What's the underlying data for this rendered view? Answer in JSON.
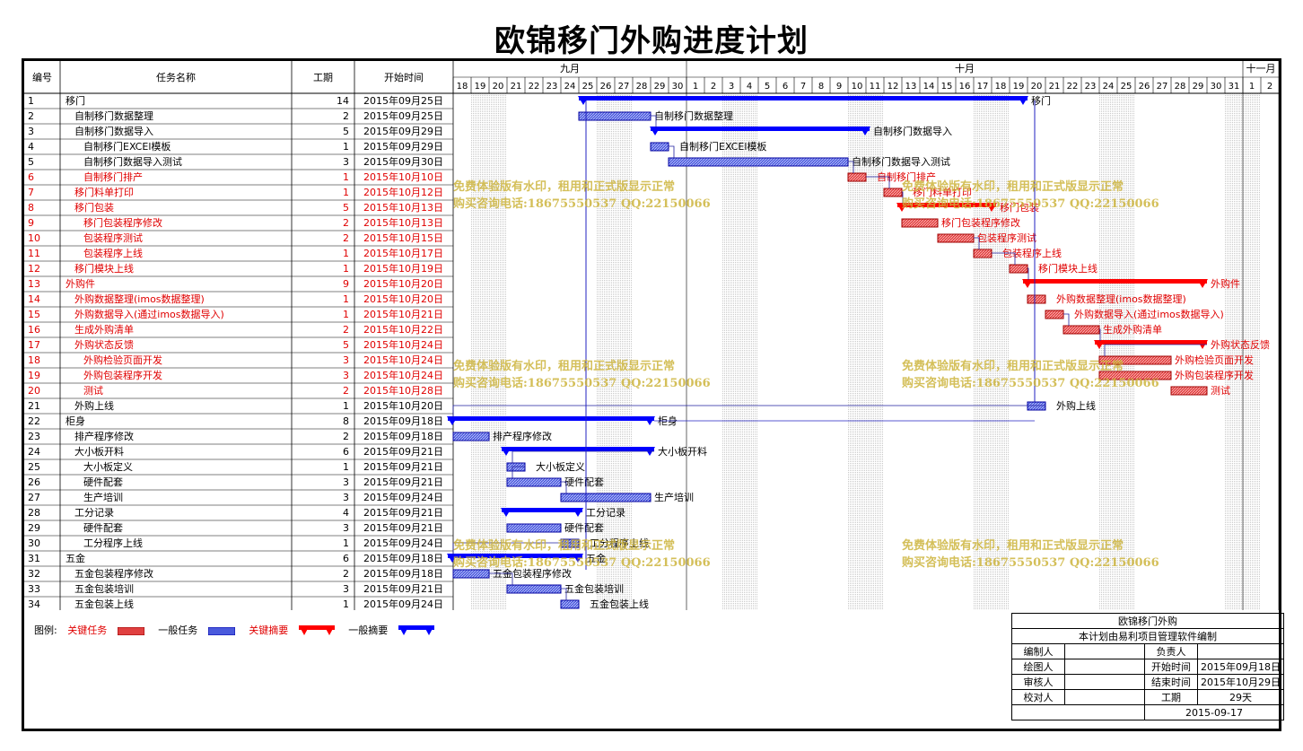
{
  "title": "欧锦移门外购进度计划",
  "colors": {
    "critical": "#e00000",
    "normal": "#1a1acc",
    "summary_critical": "#ff0000",
    "summary_normal": "#0000ff",
    "text_critical": "#e00000"
  },
  "headers": {
    "id": "编号",
    "name": "任务名称",
    "duration": "工期",
    "start": "开始时间"
  },
  "months": [
    "九月",
    "十月",
    "十一月"
  ],
  "days": [
    "18",
    "19",
    "20",
    "21",
    "22",
    "23",
    "24",
    "25",
    "26",
    "27",
    "28",
    "29",
    "30",
    "1",
    "2",
    "3",
    "4",
    "5",
    "6",
    "7",
    "8",
    "9",
    "10",
    "11",
    "12",
    "13",
    "14",
    "15",
    "16",
    "17",
    "18",
    "19",
    "20",
    "21",
    "22",
    "23",
    "24",
    "25",
    "26",
    "27",
    "28",
    "29",
    "30",
    "31",
    "1",
    "2"
  ],
  "tasks": [
    {
      "id": "1",
      "name": "移门",
      "indent": 0,
      "duration": "14",
      "start": "2015年09月25日",
      "red": false,
      "summary": true,
      "crit": false,
      "s": 7,
      "d": 25,
      "label": "移门"
    },
    {
      "id": "2",
      "name": "自制移门数据整理",
      "indent": 1,
      "duration": "2",
      "start": "2015年09月25日",
      "red": false,
      "summary": false,
      "crit": false,
      "s": 7,
      "d": 4,
      "label": "自制移门数据整理"
    },
    {
      "id": "3",
      "name": "自制移门数据导入",
      "indent": 1,
      "duration": "5",
      "start": "2015年09月29日",
      "red": false,
      "summary": true,
      "crit": false,
      "s": 11,
      "d": 12.2,
      "label": "自制移门数据导入"
    },
    {
      "id": "4",
      "name": "自制移门EXCEl模板",
      "indent": 2,
      "duration": "1",
      "start": "2015年09月29日",
      "red": false,
      "summary": false,
      "crit": false,
      "s": 11,
      "d": 1,
      "label": "自制移门EXCEl模板"
    },
    {
      "id": "5",
      "name": "自制移门数据导入测试",
      "indent": 2,
      "duration": "3",
      "start": "2015年09月30日",
      "red": false,
      "summary": false,
      "crit": false,
      "s": 12,
      "d": 10,
      "label": "自制移门数据导入测试"
    },
    {
      "id": "6",
      "name": "自制移门排产",
      "indent": 2,
      "duration": "1",
      "start": "2015年10月10日",
      "red": true,
      "summary": false,
      "crit": true,
      "s": 22,
      "d": 1,
      "label": "自制移门排产"
    },
    {
      "id": "7",
      "name": "移门料单打印",
      "indent": 1,
      "duration": "1",
      "start": "2015年10月12日",
      "red": true,
      "summary": false,
      "crit": true,
      "s": 24,
      "d": 1,
      "label": "移门料单打印"
    },
    {
      "id": "8",
      "name": "移门包装",
      "indent": 1,
      "duration": "5",
      "start": "2015年10月13日",
      "red": true,
      "summary": true,
      "crit": true,
      "s": 24.75,
      "d": 5.5,
      "label": "移门包装"
    },
    {
      "id": "9",
      "name": "移门包装程序修改",
      "indent": 2,
      "duration": "2",
      "start": "2015年10月13日",
      "red": true,
      "summary": false,
      "crit": true,
      "s": 25,
      "d": 2,
      "label": "移门包装程序修改"
    },
    {
      "id": "10",
      "name": "包装程序测试",
      "indent": 2,
      "duration": "2",
      "start": "2015年10月15日",
      "red": true,
      "summary": false,
      "crit": true,
      "s": 27,
      "d": 2,
      "label": "包装程序测试"
    },
    {
      "id": "11",
      "name": "包装程序上线",
      "indent": 2,
      "duration": "1",
      "start": "2015年10月17日",
      "red": true,
      "summary": false,
      "crit": true,
      "s": 29,
      "d": 1,
      "label": "包装程序上线"
    },
    {
      "id": "12",
      "name": "移门模块上线",
      "indent": 1,
      "duration": "1",
      "start": "2015年10月19日",
      "red": true,
      "summary": false,
      "crit": true,
      "s": 31,
      "d": 1,
      "label": "移门模块上线"
    },
    {
      "id": "13",
      "name": "外购件",
      "indent": 0,
      "duration": "9",
      "start": "2015年10月20日",
      "red": true,
      "summary": true,
      "crit": true,
      "s": 31.75,
      "d": 10.25,
      "label": "外购件"
    },
    {
      "id": "14",
      "name": "外购数据整理(imos数据整理)",
      "indent": 1,
      "duration": "1",
      "start": "2015年10月20日",
      "red": true,
      "summary": false,
      "crit": true,
      "s": 32,
      "d": 1,
      "label": "外购数据整理(imos数据整理)"
    },
    {
      "id": "15",
      "name": "外购数据导入(通过imos数据导入)",
      "indent": 1,
      "duration": "1",
      "start": "2015年10月21日",
      "red": true,
      "summary": false,
      "crit": true,
      "s": 33,
      "d": 1,
      "label": "外购数据导入(通过imos数据导入)"
    },
    {
      "id": "16",
      "name": "生成外购清单",
      "indent": 1,
      "duration": "2",
      "start": "2015年10月22日",
      "red": true,
      "summary": false,
      "crit": true,
      "s": 34,
      "d": 2,
      "label": "生成外购清单"
    },
    {
      "id": "17",
      "name": "外购状态反馈",
      "indent": 1,
      "duration": "5",
      "start": "2015年10月24日",
      "red": true,
      "summary": true,
      "crit": true,
      "s": 35.75,
      "d": 6.25,
      "label": "外购状态反馈"
    },
    {
      "id": "18",
      "name": "外购检验页面开发",
      "indent": 2,
      "duration": "3",
      "start": "2015年10月24日",
      "red": true,
      "summary": false,
      "crit": true,
      "s": 36,
      "d": 4,
      "label": "外购检验页面开发"
    },
    {
      "id": "19",
      "name": "外购包装程序开发",
      "indent": 2,
      "duration": "3",
      "start": "2015年10月24日",
      "red": true,
      "summary": false,
      "crit": true,
      "s": 36,
      "d": 4,
      "label": "外购包装程序开发"
    },
    {
      "id": "20",
      "name": "测试",
      "indent": 2,
      "duration": "2",
      "start": "2015年10月28日",
      "red": true,
      "summary": false,
      "crit": true,
      "s": 40,
      "d": 2,
      "label": "测试"
    },
    {
      "id": "21",
      "name": "外购上线",
      "indent": 1,
      "duration": "1",
      "start": "2015年10月20日",
      "red": false,
      "summary": false,
      "crit": false,
      "s": 32,
      "d": 1,
      "label": "外购上线"
    },
    {
      "id": "22",
      "name": "柜身",
      "indent": 0,
      "duration": "8",
      "start": "2015年09月18日",
      "red": false,
      "summary": true,
      "crit": false,
      "s": -0.3,
      "d": 11.5,
      "label": "柜身"
    },
    {
      "id": "23",
      "name": "排产程序修改",
      "indent": 1,
      "duration": "2",
      "start": "2015年09月18日",
      "red": false,
      "summary": false,
      "crit": false,
      "s": 0,
      "d": 2,
      "label": "排产程序修改"
    },
    {
      "id": "24",
      "name": "大小板开料",
      "indent": 1,
      "duration": "6",
      "start": "2015年09月21日",
      "red": false,
      "summary": true,
      "crit": false,
      "s": 2.7,
      "d": 8.5,
      "label": "大小板开料"
    },
    {
      "id": "25",
      "name": "大小板定义",
      "indent": 2,
      "duration": "1",
      "start": "2015年09月21日",
      "red": false,
      "summary": false,
      "crit": false,
      "s": 3,
      "d": 1,
      "label": "大小板定义"
    },
    {
      "id": "26",
      "name": "硬件配套",
      "indent": 2,
      "duration": "3",
      "start": "2015年09月21日",
      "red": false,
      "summary": false,
      "crit": false,
      "s": 3,
      "d": 3,
      "label": "硬件配套"
    },
    {
      "id": "27",
      "name": "生产培训",
      "indent": 2,
      "duration": "3",
      "start": "2015年09月24日",
      "red": false,
      "summary": false,
      "crit": false,
      "s": 6,
      "d": 5,
      "label": "生产培训"
    },
    {
      "id": "28",
      "name": "工分记录",
      "indent": 1,
      "duration": "4",
      "start": "2015年09月21日",
      "red": false,
      "summary": true,
      "crit": false,
      "s": 2.7,
      "d": 4.5,
      "label": "工分记录"
    },
    {
      "id": "29",
      "name": "硬件配套",
      "indent": 2,
      "duration": "3",
      "start": "2015年09月21日",
      "red": false,
      "summary": false,
      "crit": false,
      "s": 3,
      "d": 3,
      "label": "硬件配套"
    },
    {
      "id": "30",
      "name": "工分程序上线",
      "indent": 2,
      "duration": "1",
      "start": "2015年09月24日",
      "red": false,
      "summary": false,
      "crit": false,
      "s": 6,
      "d": 1,
      "label": "工分程序上线"
    },
    {
      "id": "31",
      "name": "五金",
      "indent": 0,
      "duration": "6",
      "start": "2015年09月18日",
      "red": false,
      "summary": true,
      "crit": false,
      "s": -0.3,
      "d": 7.5,
      "label": "五金"
    },
    {
      "id": "32",
      "name": "五金包装程序修改",
      "indent": 1,
      "duration": "2",
      "start": "2015年09月18日",
      "red": false,
      "summary": false,
      "crit": false,
      "s": 0,
      "d": 2,
      "label": "五金包装程序修改"
    },
    {
      "id": "33",
      "name": "五金包装培训",
      "indent": 1,
      "duration": "3",
      "start": "2015年09月21日",
      "red": false,
      "summary": false,
      "crit": false,
      "s": 3,
      "d": 3,
      "label": "五金包装培训"
    },
    {
      "id": "34",
      "name": "五金包装上线",
      "indent": 1,
      "duration": "1",
      "start": "2015年09月24日",
      "red": false,
      "summary": false,
      "crit": false,
      "s": 6,
      "d": 1,
      "label": "五金包装上线"
    }
  ],
  "legend": {
    "prefix": "图例:",
    "critical_task": "关键任务",
    "normal_task": "一般任务",
    "critical_summary": "关键摘要",
    "normal_summary": "一般摘要"
  },
  "signoff": {
    "project": "欧锦移门外购",
    "note": "本计划由易利项目管理软件编制",
    "editor": "编制人",
    "owner": "负责人",
    "drafter": "绘图人",
    "start_label": "开始时间",
    "start_value": "2015年09月18日",
    "reviewer": "审核人",
    "end_label": "结束时间",
    "end_value": "2015年10月29日",
    "checker": "校对人",
    "duration_label": "工期",
    "duration_value": "29天",
    "date": "2015-09-17"
  },
  "watermark": {
    "line1": "免费体验版有水印，租用和正式版显示正常",
    "line2": "购买咨询电话:18675550537 QQ:22150066"
  }
}
